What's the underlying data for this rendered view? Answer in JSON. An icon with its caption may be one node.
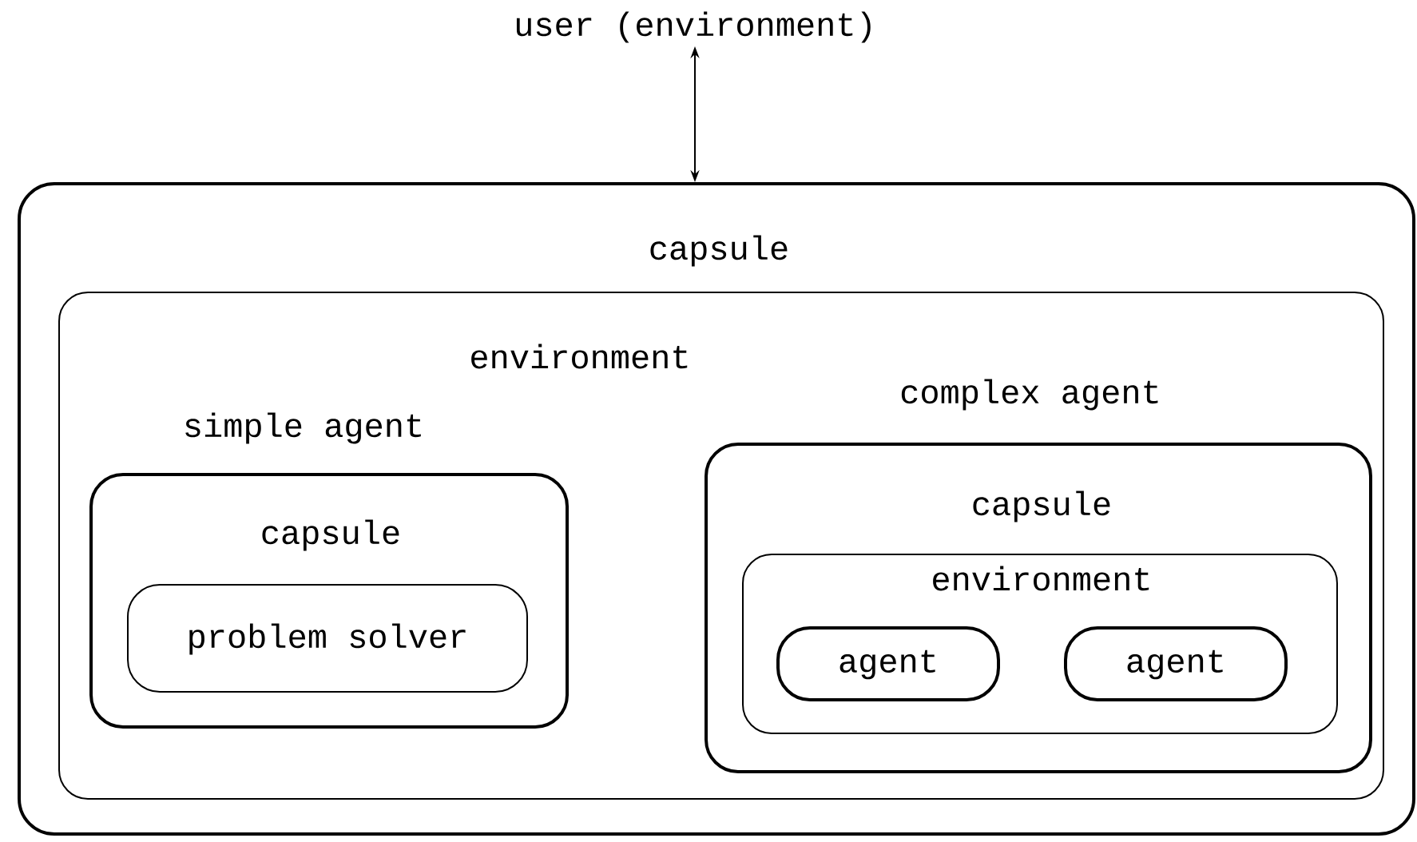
{
  "diagram": {
    "nodes": [
      {
        "text": [
          "user (environment)"
        ]
      },
      {
        "text": [
          "capsule"
        ]
      },
      {
        "text": [
          "environment"
        ],
        "in": 1
      },
      {
        "text": [
          "simple agent",
          "capsule"
        ],
        "in": 2
      },
      {
        "text": [
          "problem solver"
        ],
        "in": 3
      },
      {
        "text": [
          "complex agent",
          "capsule"
        ],
        "in": 2
      },
      {
        "text": [
          "environment"
        ],
        "in": 5
      },
      {
        "text": [
          "agent"
        ],
        "in": 6
      },
      {
        "text": [
          "agent"
        ],
        "in": 6
      }
    ],
    "edges": [
      {
        "from": 0,
        "to": 1,
        "arrow": "both"
      }
    ]
  }
}
